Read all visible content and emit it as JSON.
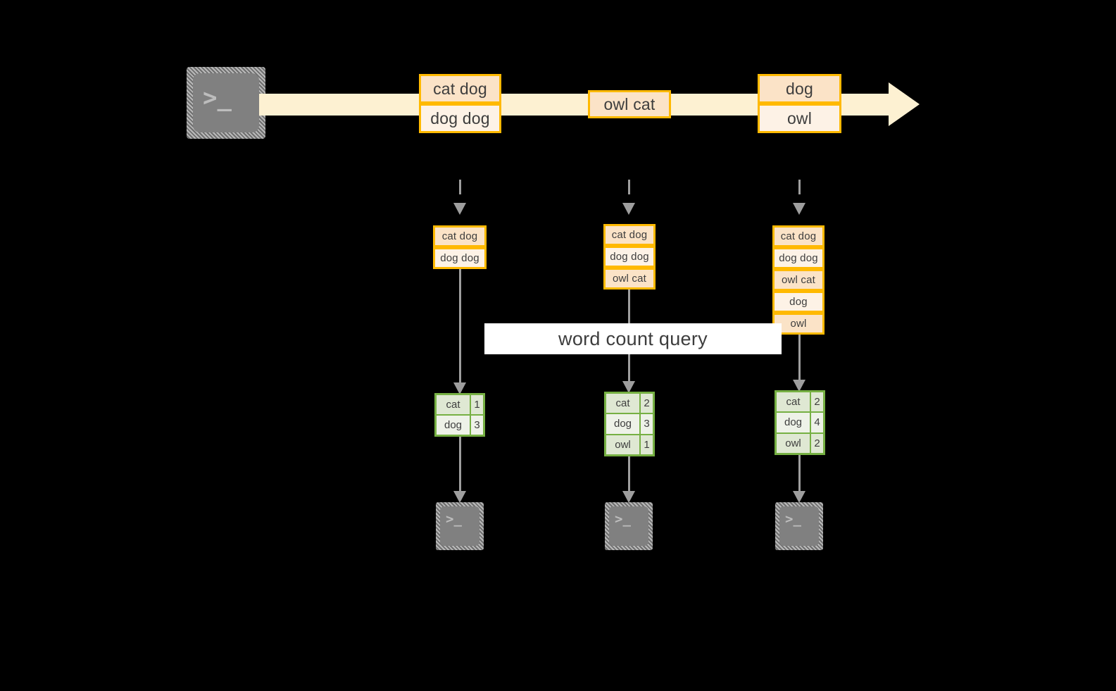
{
  "diagram": {
    "title": "word count query",
    "colors": {
      "background": "#000000",
      "stream_band": "#fdf1d2",
      "record_border": "#ffb900",
      "record_fill_dark": "#fbe3c7",
      "record_fill_light": "#fdf2e6",
      "table_border": "#76b043",
      "table_fill_dark": "#dfe8d3",
      "table_fill_light": "#eef2e8",
      "connector": "#9e9e9e",
      "terminal_body": "#808080",
      "query_band": "#ffffff",
      "text": "#3d3d3d"
    },
    "producer": {
      "icon": "terminal-icon",
      "glyph": ">_"
    },
    "stream": {
      "groups": [
        {
          "records": [
            {
              "text": "cat dog",
              "fill": "dark"
            },
            {
              "text": "dog dog",
              "fill": "light"
            }
          ]
        },
        {
          "records": [
            {
              "text": "owl cat",
              "fill": "dark"
            }
          ]
        },
        {
          "records": [
            {
              "text": "dog",
              "fill": "dark"
            },
            {
              "text": "owl",
              "fill": "light"
            }
          ]
        }
      ]
    },
    "snapshots": [
      {
        "label": "snapshot-1",
        "records": [
          {
            "text": "cat dog",
            "fill": "dark"
          },
          {
            "text": "dog dog",
            "fill": "light"
          }
        ],
        "result": {
          "rows": [
            {
              "word": "cat",
              "count": "1",
              "fill": "dark"
            },
            {
              "word": "dog",
              "count": "3",
              "fill": "light"
            }
          ]
        },
        "consumer": {
          "icon": "terminal-icon",
          "glyph": ">_"
        }
      },
      {
        "label": "snapshot-2",
        "records": [
          {
            "text": "cat dog",
            "fill": "dark"
          },
          {
            "text": "dog dog",
            "fill": "light"
          },
          {
            "text": "owl cat",
            "fill": "dark"
          }
        ],
        "result": {
          "rows": [
            {
              "word": "cat",
              "count": "2",
              "fill": "dark"
            },
            {
              "word": "dog",
              "count": "3",
              "fill": "light"
            },
            {
              "word": "owl",
              "count": "1",
              "fill": "dark"
            }
          ]
        },
        "consumer": {
          "icon": "terminal-icon",
          "glyph": ">_"
        }
      },
      {
        "label": "snapshot-3",
        "records": [
          {
            "text": "cat dog",
            "fill": "dark"
          },
          {
            "text": "dog dog",
            "fill": "light"
          },
          {
            "text": "owl cat",
            "fill": "dark"
          },
          {
            "text": "dog",
            "fill": "light"
          },
          {
            "text": "owl",
            "fill": "dark"
          }
        ],
        "result": {
          "rows": [
            {
              "word": "cat",
              "count": "2",
              "fill": "dark"
            },
            {
              "word": "dog",
              "count": "4",
              "fill": "light"
            },
            {
              "word": "owl",
              "count": "2",
              "fill": "dark"
            }
          ]
        },
        "consumer": {
          "icon": "terminal-icon",
          "glyph": ">_"
        }
      }
    ]
  }
}
